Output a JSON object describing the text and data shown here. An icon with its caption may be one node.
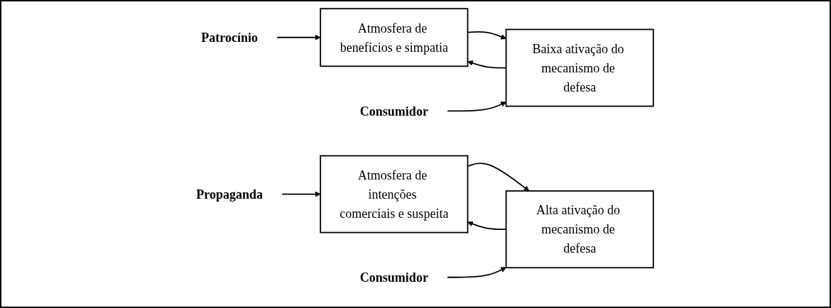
{
  "diagram": {
    "nodes": [
      {
        "text": [
          "Patrocínio"
        ]
      },
      {
        "text": [
          "Atmosfera de benefícios e simpatia"
        ]
      },
      {
        "text": [
          "Baixa ativação do mecanismo de defesa"
        ]
      },
      {
        "text": [
          "Consumidor"
        ]
      },
      {
        "text": [
          "Propaganda"
        ]
      },
      {
        "text": [
          "Atmosfera de intenções comerciais e suspeita"
        ]
      },
      {
        "text": [
          "Alta ativação do mecanismo de defesa"
        ]
      },
      {
        "text": [
          "Consumidor"
        ]
      }
    ],
    "edges": [
      {
        "from": 0,
        "to": 1,
        "arrow": "to"
      },
      {
        "from": 1,
        "to": 2,
        "arrow": "to"
      },
      {
        "from": 2,
        "to": 1,
        "arrow": "to"
      },
      {
        "from": 3,
        "to": 2,
        "arrow": "to"
      },
      {
        "from": 4,
        "to": 5,
        "arrow": "to"
      },
      {
        "from": 5,
        "to": 6,
        "arrow": "to"
      },
      {
        "from": 6,
        "to": 5,
        "arrow": "to"
      },
      {
        "from": 7,
        "to": 6,
        "arrow": "to"
      }
    ]
  }
}
